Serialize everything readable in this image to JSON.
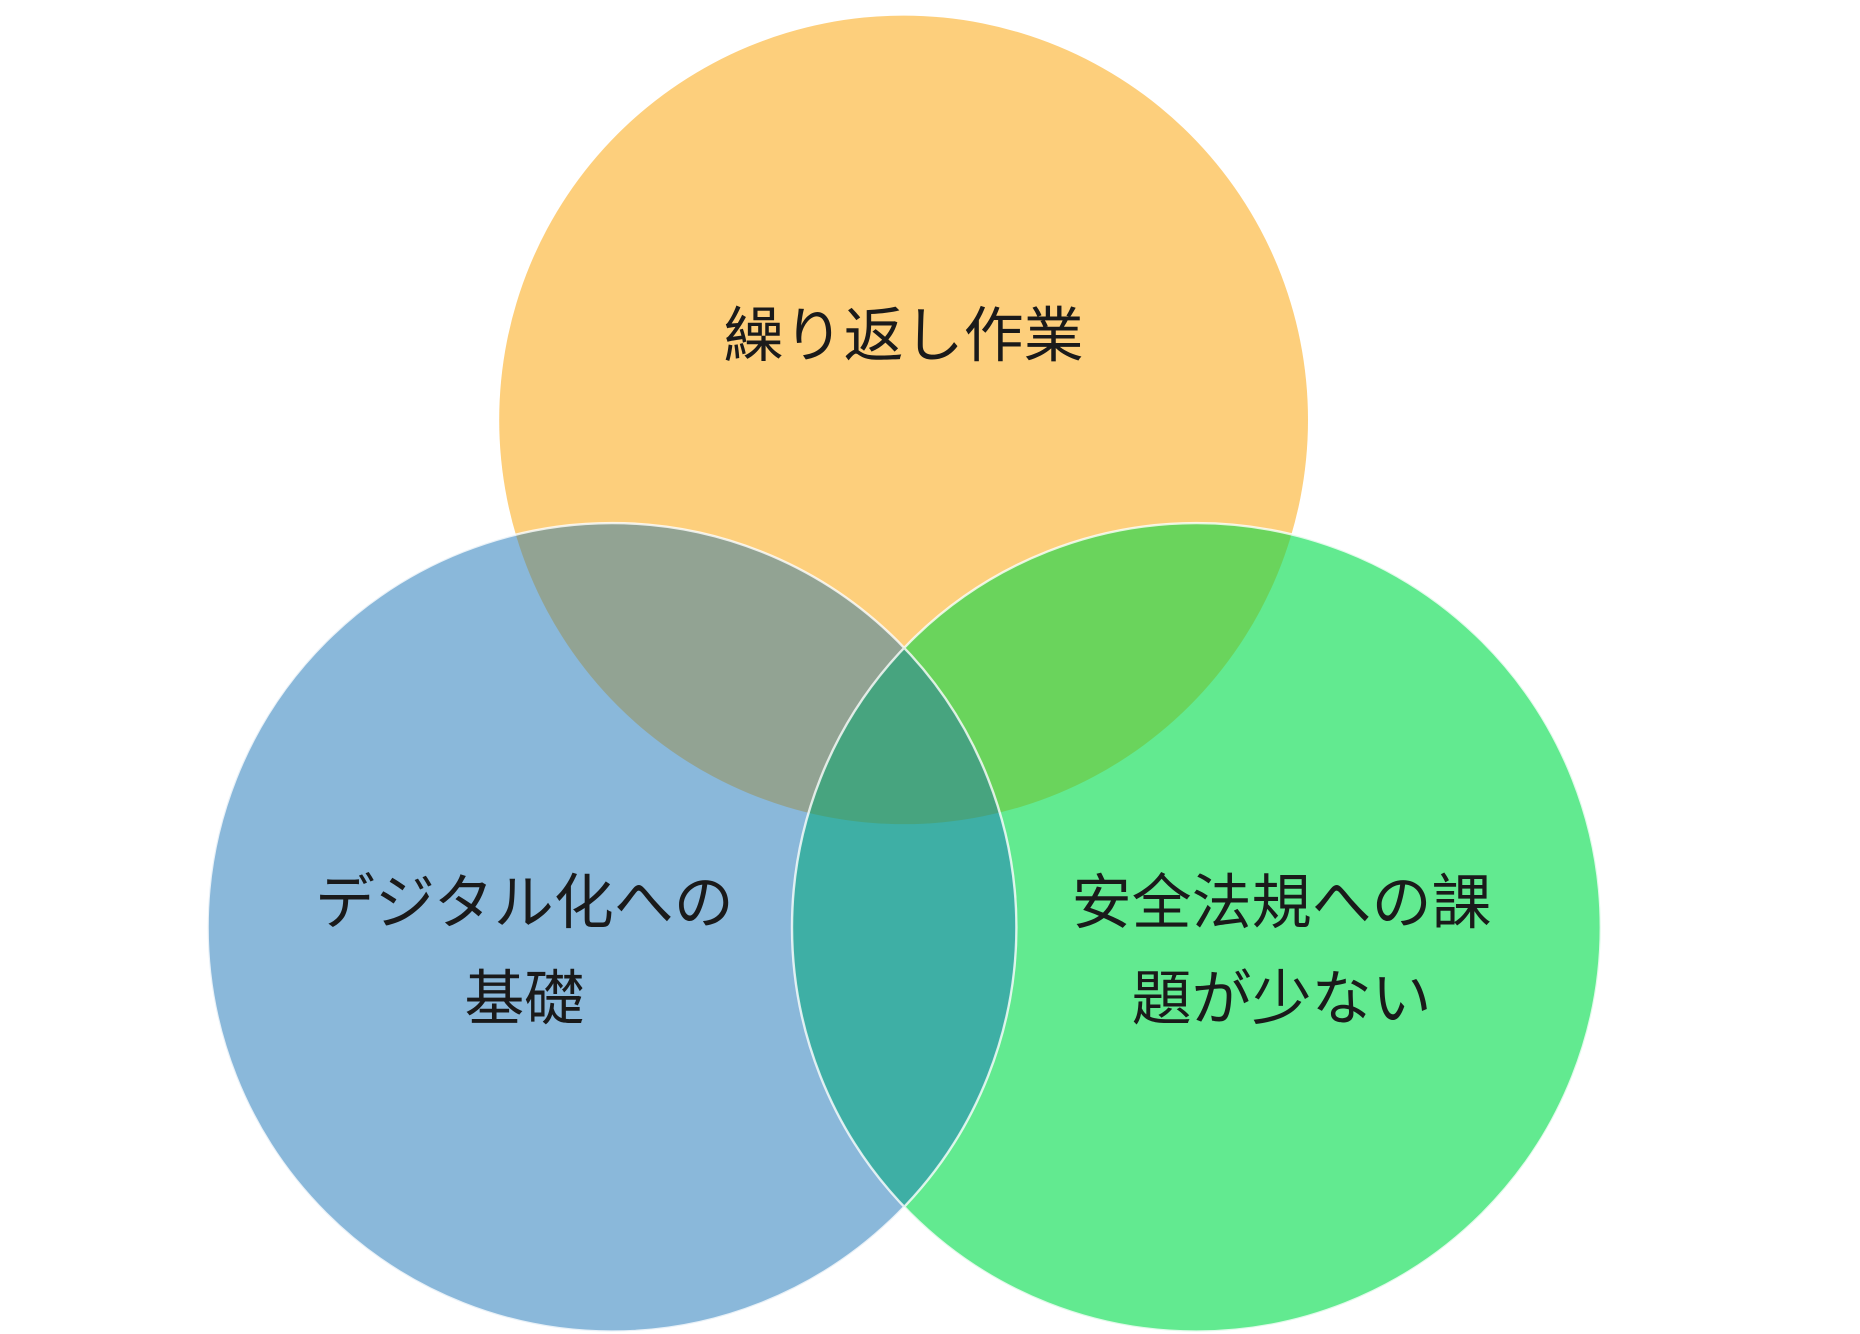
{
  "diagram": {
    "type": "venn",
    "sets": [
      {
        "id": "top",
        "lines": [
          "繰り返し作業"
        ],
        "color": "#FDCF7C"
      },
      {
        "id": "left",
        "lines": [
          "デジタル化への",
          "基礎"
        ],
        "color": "#8AB8DA"
      },
      {
        "id": "right",
        "lines": [
          "安全法規への課",
          "題が少ない"
        ],
        "color": "#62EA90"
      }
    ],
    "overlap_colors": {
      "top_left": "#92A393",
      "top_right": "#6AD45C",
      "left_right": "#3EAFA5",
      "all": "#47A47F"
    }
  }
}
